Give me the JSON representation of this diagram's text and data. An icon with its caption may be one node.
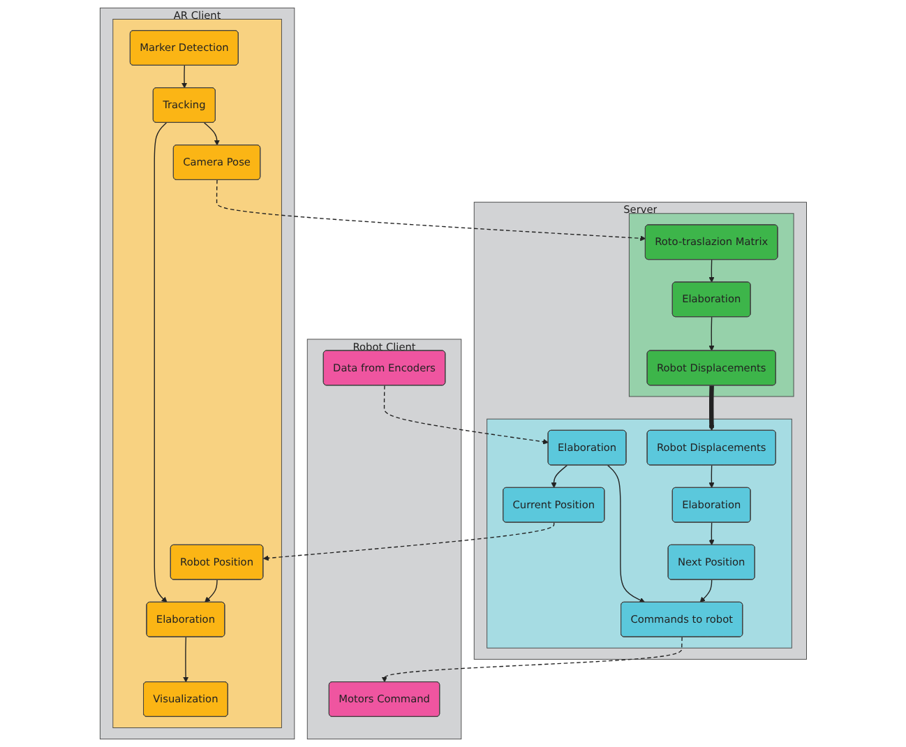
{
  "diagram": {
    "nodes": [
      {
        "text": [
          "AR Client"
        ]
      },
      {
        "text": [],
        "shape": "box",
        "in": 0
      },
      {
        "text": [
          "Marker Detection"
        ],
        "in": 1
      },
      {
        "text": [
          "Tracking"
        ],
        "in": 1
      },
      {
        "text": [
          "Camera Pose"
        ],
        "in": 1
      },
      {
        "text": [
          "Elaboration"
        ],
        "in": 1
      },
      {
        "text": [
          "Robot Position"
        ],
        "in": 1
      },
      {
        "text": [
          "Visualization"
        ],
        "in": 1
      },
      {
        "text": [
          "Server"
        ]
      },
      {
        "text": [],
        "shape": "box",
        "in": 8
      },
      {
        "text": [
          "Roto-traslazion Matrix"
        ],
        "in": 9
      },
      {
        "text": [
          "Elaboration"
        ],
        "in": 9
      },
      {
        "text": [
          "Robot Displacements"
        ],
        "in": 9
      },
      {
        "text": [],
        "shape": "box",
        "in": 8
      },
      {
        "text": [
          "Current Position"
        ],
        "in": 13
      },
      {
        "text": [
          "Robot Displacements"
        ],
        "in": 13
      },
      {
        "text": [
          "Elaboration"
        ],
        "in": 13
      },
      {
        "text": [
          "Elaboration"
        ],
        "in": 13
      },
      {
        "text": [
          "Commands to robot"
        ],
        "in": 13
      },
      {
        "text": [
          "Next Position"
        ],
        "in": 13
      },
      {
        "text": [
          "Robot Client"
        ]
      },
      {
        "text": [
          "Data from Encoders"
        ],
        "in": 20
      },
      {
        "text": [
          "Motors Command"
        ],
        "in": 20
      }
    ],
    "edges": [
      {
        "from": 2,
        "to": 3,
        "arrow": "to"
      },
      {
        "from": 3,
        "to": 4,
        "arrow": "to"
      },
      {
        "from": 3,
        "to": 5,
        "arrow": "to"
      },
      {
        "from": 6,
        "to": 5,
        "arrow": "to"
      },
      {
        "from": 5,
        "to": 7,
        "arrow": "to"
      },
      {
        "from": 4,
        "to": 10,
        "arrow": "to",
        "style": "dashed"
      },
      {
        "from": 10,
        "to": 11,
        "arrow": "to"
      },
      {
        "from": 11,
        "to": 12,
        "arrow": "to"
      },
      {
        "from": 12,
        "to": 15,
        "arrow": "to",
        "style": "thick"
      },
      {
        "from": 14,
        "to": 6,
        "arrow": "to",
        "style": "dashed"
      },
      {
        "from": 16,
        "to": 14,
        "arrow": "to"
      },
      {
        "from": 16,
        "to": 18,
        "arrow": "to"
      },
      {
        "from": 15,
        "to": 17,
        "arrow": "to"
      },
      {
        "from": 17,
        "to": 19,
        "arrow": "to"
      },
      {
        "from": 19,
        "to": 18,
        "arrow": "to"
      },
      {
        "from": 21,
        "to": 16,
        "arrow": "to",
        "style": "dashed"
      },
      {
        "from": 18,
        "to": 22,
        "arrow": "to",
        "style": "dashed"
      }
    ]
  }
}
